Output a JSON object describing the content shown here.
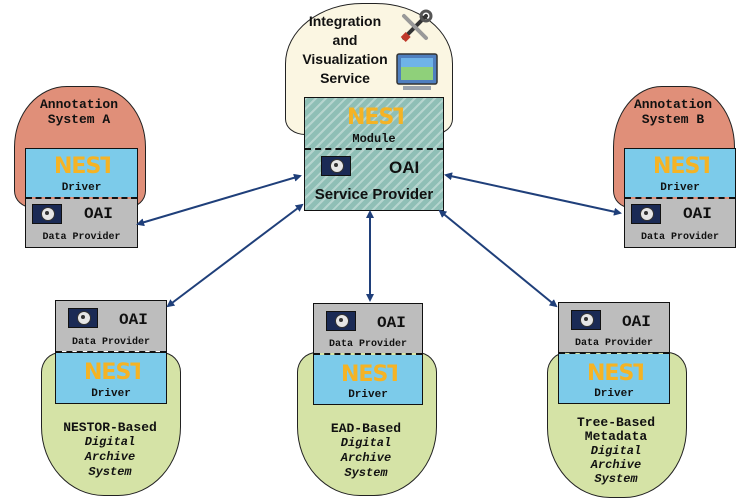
{
  "blobs": {
    "annotation_a": {
      "line1": "Annotation",
      "line2": "System A"
    },
    "annotation_b": {
      "line1": "Annotation",
      "line2": "System B"
    },
    "integration": {
      "line1": "Integration",
      "line2": "and",
      "line3": "Visualization",
      "line4": "Service"
    },
    "nestor_based": {
      "line1": "NESTOR-Based",
      "line2": "Digital",
      "line3": "Archive",
      "line4": "System"
    },
    "ead_based": {
      "line1": "EAD-Based",
      "line2": "Digital",
      "line3": "Archive",
      "line4": "System"
    },
    "tree_based": {
      "line1": "Tree-Based",
      "line2": "Metadata",
      "line3": "Digital",
      "line4": "Archive",
      "line5": "System"
    }
  },
  "labels": {
    "driver": "Driver",
    "oai": "OAI",
    "data_provider": "Data Provider",
    "module": "Module",
    "service_provider": "Service Provider",
    "nestor_logo": "NESTOR"
  },
  "icons": [
    "tools-icon",
    "monitor-icon",
    "oai-archive-icon",
    "nestor-logo"
  ],
  "colors": {
    "annotation_blob": "#e08f79",
    "integration_blob": "#fbf6e2",
    "archive_blob": "#d5e3a6",
    "nestor_cell": "#7ccbea",
    "oai_cell": "#bdbdbd",
    "service_provider": "#8fbfb6",
    "nestor_logo_orange": "#f5b324",
    "arrow": "#1f3f7a"
  }
}
